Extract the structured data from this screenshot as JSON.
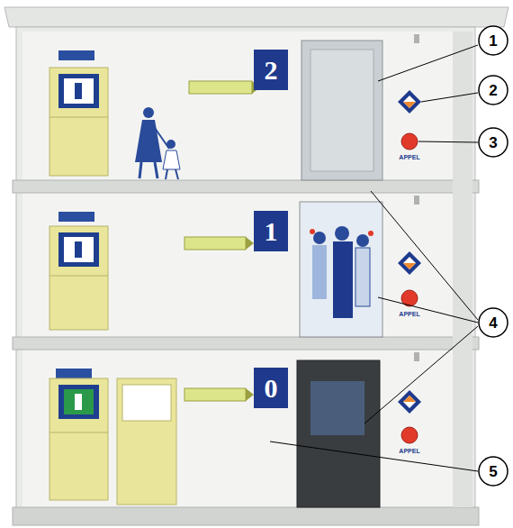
{
  "diagram": {
    "labels": [
      "2",
      "APPEL",
      "1",
      "APPEL",
      "0",
      "APPEL",
      "1",
      "2",
      "3",
      "4",
      "5"
    ]
  }
}
